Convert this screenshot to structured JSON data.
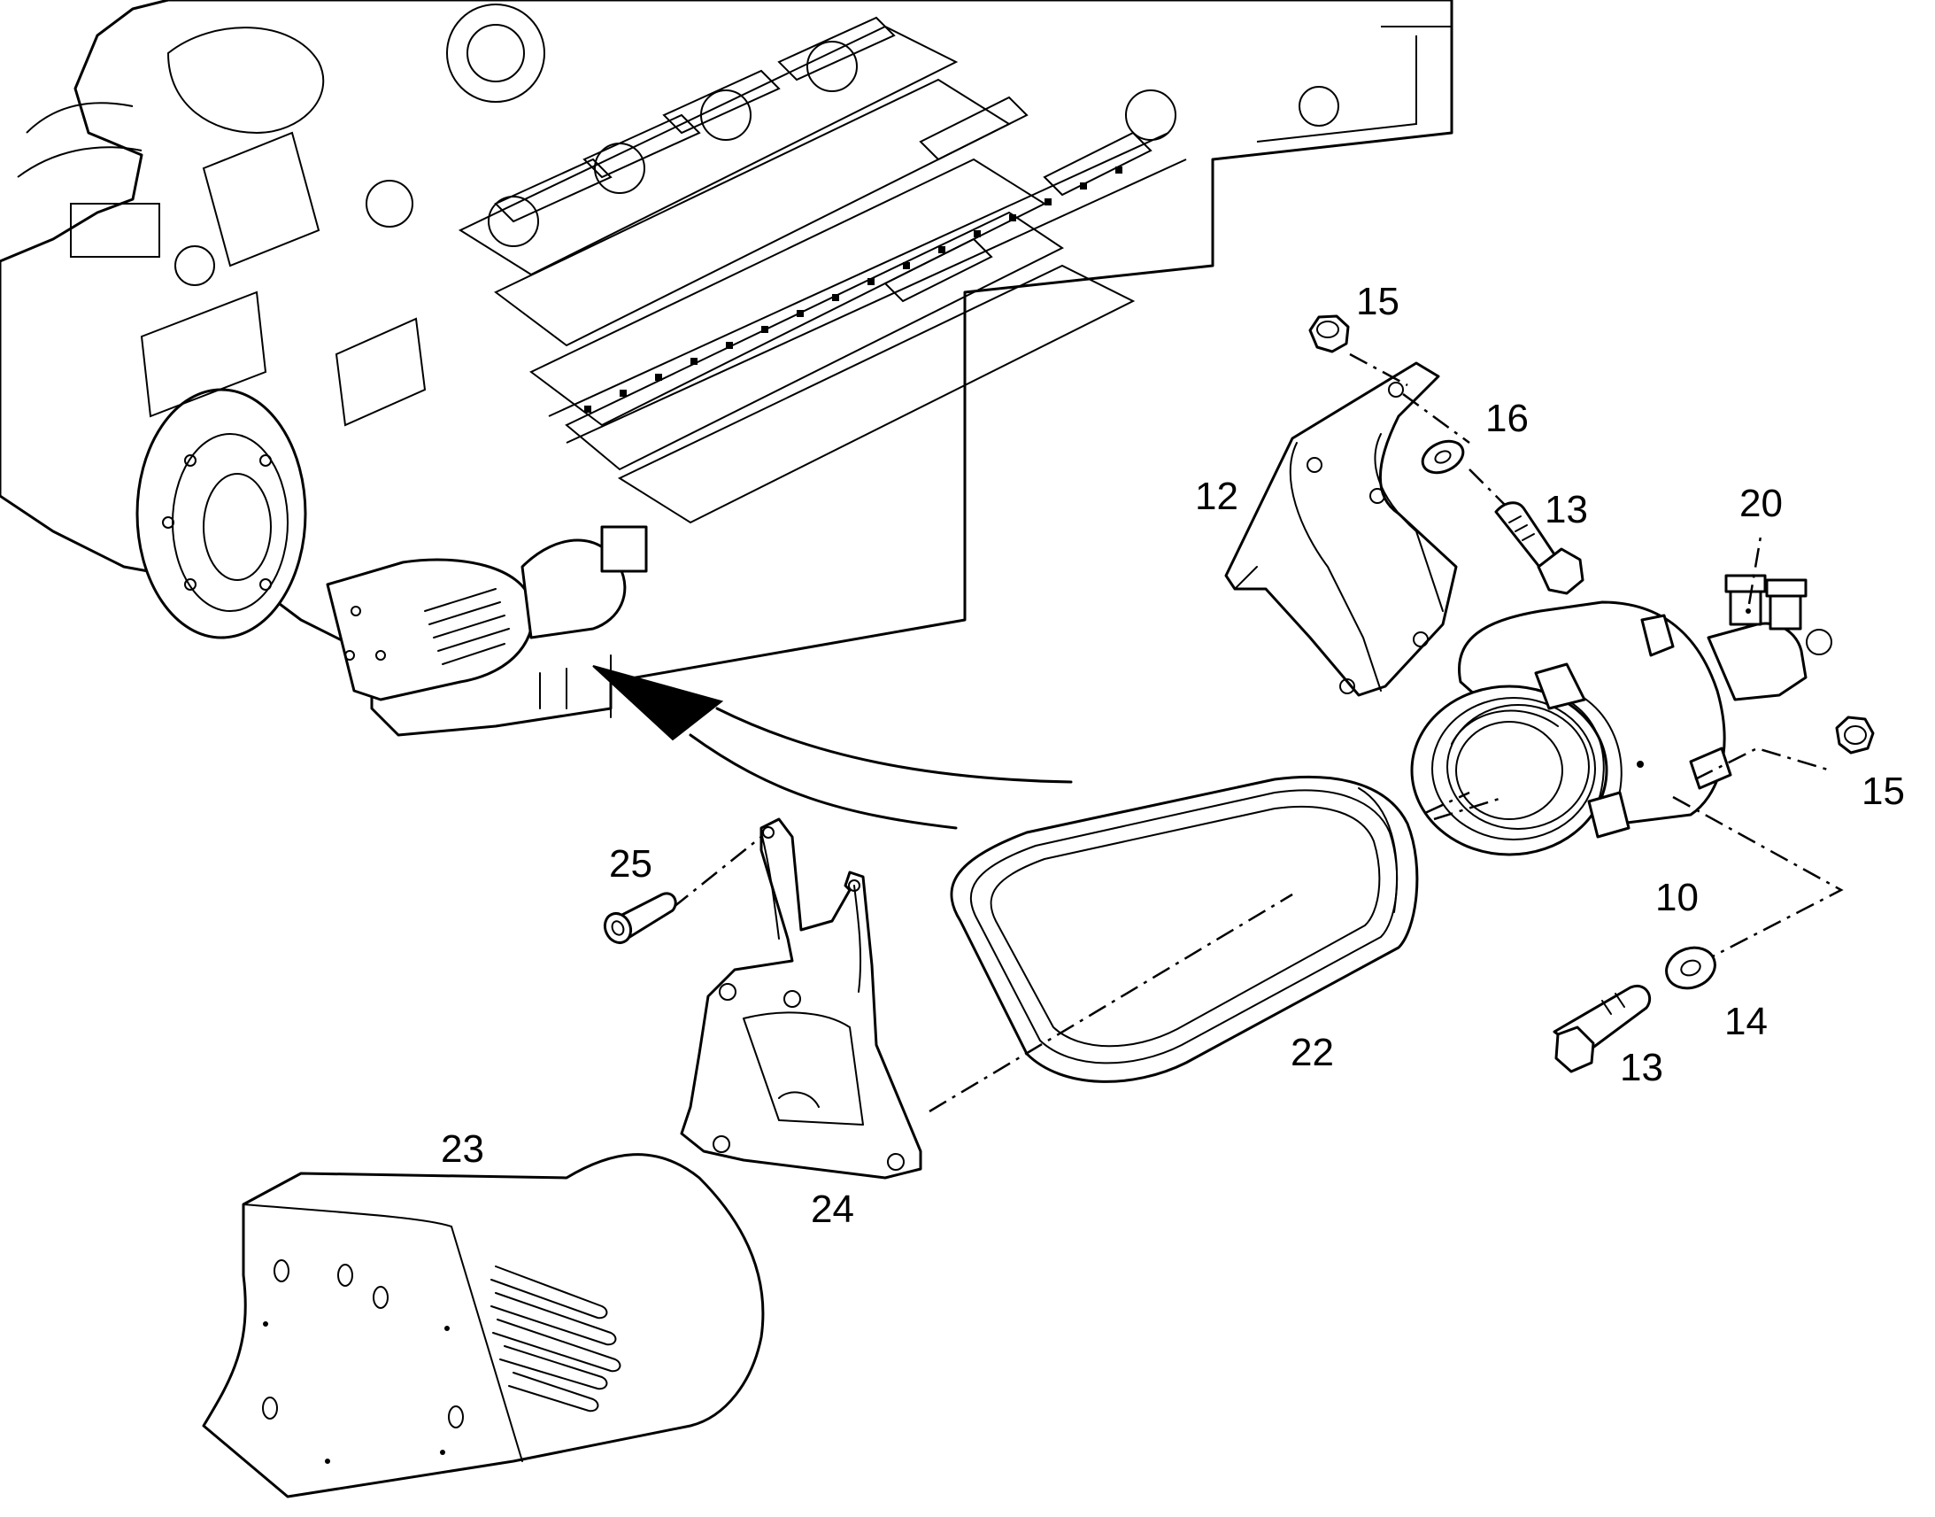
{
  "callouts": [
    {
      "id": "c15a",
      "text": "15"
    },
    {
      "id": "c16",
      "text": "16"
    },
    {
      "id": "c12",
      "text": "12"
    },
    {
      "id": "c13a",
      "text": "13"
    },
    {
      "id": "c20",
      "text": "20"
    },
    {
      "id": "c15b",
      "text": "15"
    },
    {
      "id": "c10",
      "text": "10"
    },
    {
      "id": "c25",
      "text": "25"
    },
    {
      "id": "c22",
      "text": "22"
    },
    {
      "id": "c14",
      "text": "14"
    },
    {
      "id": "c13b",
      "text": "13"
    },
    {
      "id": "c23",
      "text": "23"
    },
    {
      "id": "c24",
      "text": "24"
    }
  ]
}
